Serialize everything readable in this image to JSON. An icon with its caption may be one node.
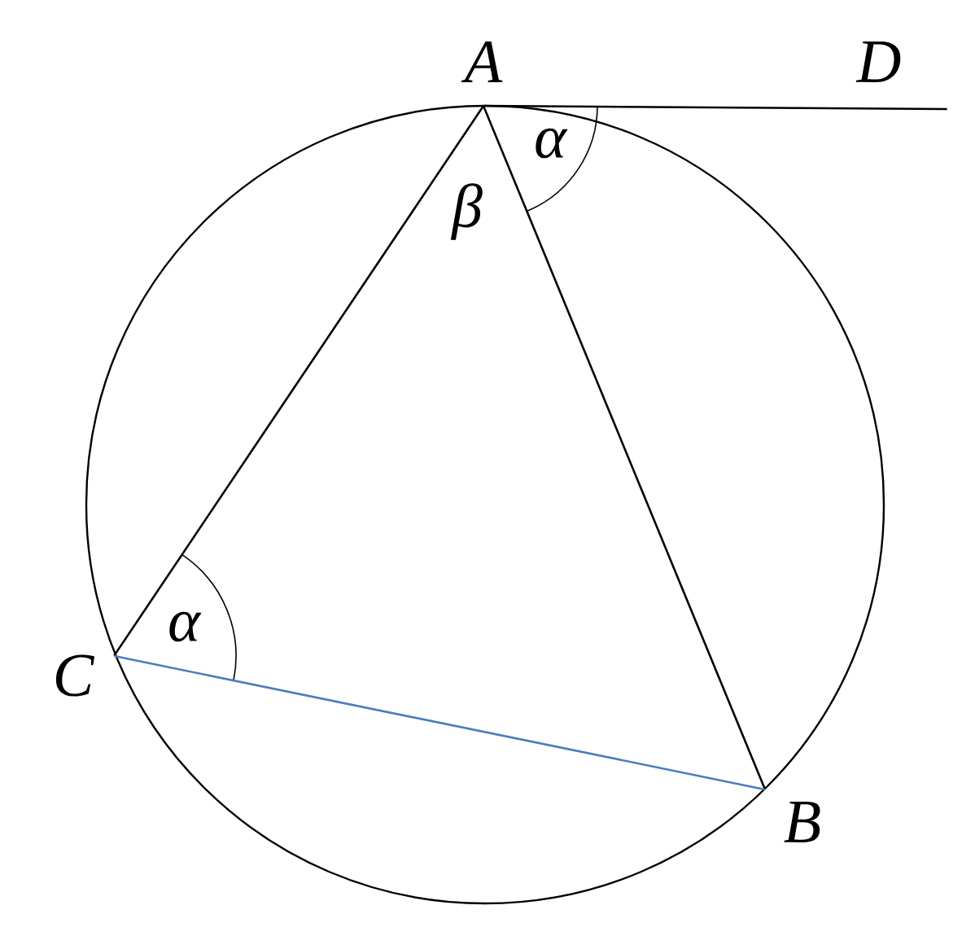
{
  "diagram": {
    "nodes": [
      {
        "text": [
          "A"
        ]
      },
      {
        "text": [
          "D"
        ]
      },
      {
        "text": [
          "C"
        ]
      },
      {
        "text": [
          "B"
        ]
      }
    ],
    "edges": [
      {
        "from": 0,
        "to": 1,
        "arrow": "none"
      },
      {
        "from": 0,
        "to": 3,
        "arrow": "none"
      },
      {
        "from": 0,
        "to": 2,
        "arrow": "none"
      },
      {
        "from": 2,
        "to": 3,
        "arrow": "none",
        "color": "#4a7ebb"
      }
    ],
    "labels": [
      "α",
      "β",
      "α"
    ]
  }
}
